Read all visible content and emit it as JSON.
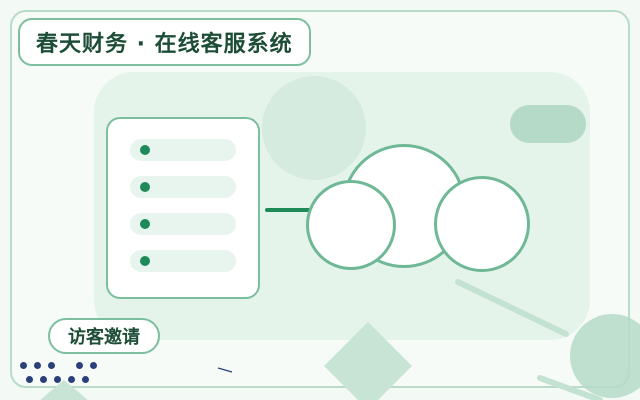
{
  "header": {
    "title": "春天财务 · 在线客服系统"
  },
  "actions": {
    "invite_label": "访客邀请"
  },
  "menu": {
    "item_count": 4
  },
  "colors": {
    "accent": "#1e8a5a",
    "border": "#7cbf9e",
    "panel": "#e5f4ea",
    "text": "#1d4d37"
  }
}
